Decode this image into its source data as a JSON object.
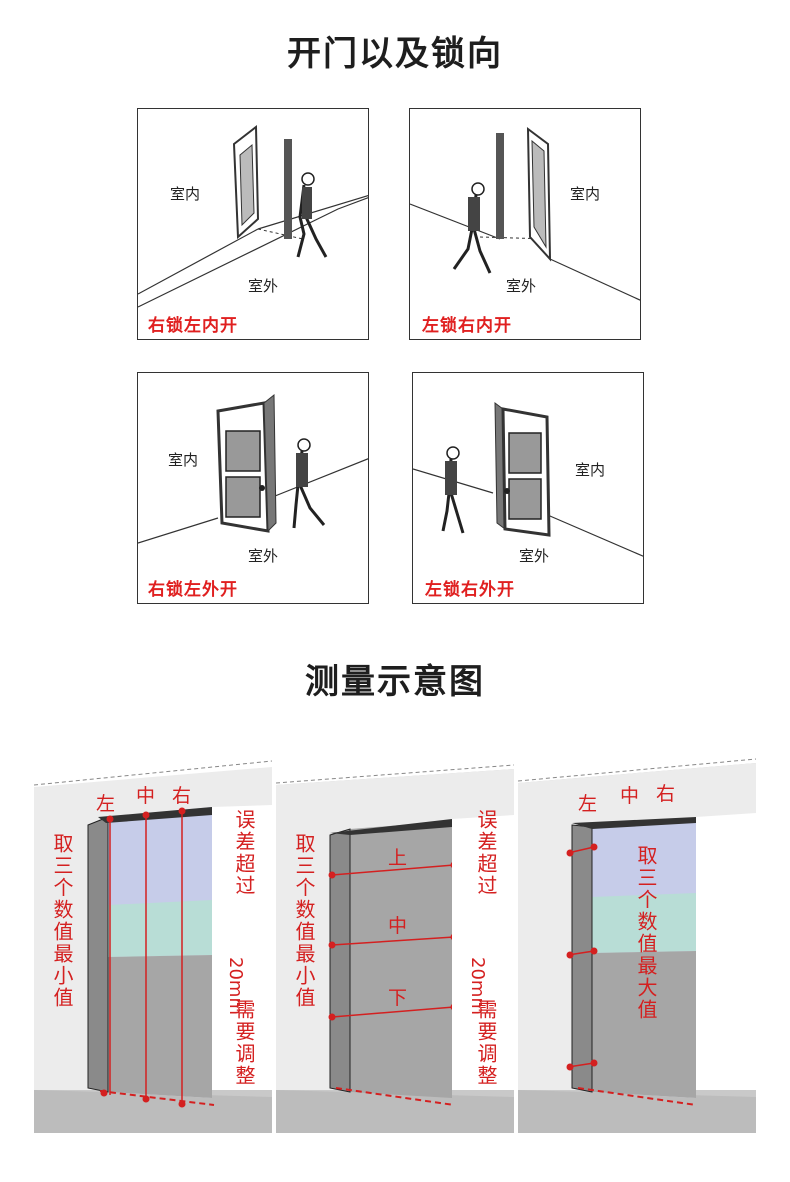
{
  "titles": {
    "open_direction": "开门以及锁向",
    "measure": "测量示意图"
  },
  "door_panels": [
    {
      "indoor": "室内",
      "outdoor": "室外",
      "caption": "右锁左内开"
    },
    {
      "indoor": "室内",
      "outdoor": "室外",
      "caption": "左锁右内开"
    },
    {
      "indoor": "室内",
      "outdoor": "室外",
      "caption": "右锁左外开"
    },
    {
      "indoor": "室内",
      "outdoor": "室外",
      "caption": "左锁右外开"
    }
  ],
  "measure_panels": [
    {
      "left_text": "取三个数值最小值",
      "positions": [
        "左",
        "中",
        "右"
      ],
      "note_a": "误差超过",
      "note_b": "20mm",
      "note_c": "需要调整"
    },
    {
      "left_text": "取三个数值最小值",
      "positions": [
        "上",
        "中",
        "下"
      ],
      "note_a": "误差超过",
      "note_b": "20mm",
      "note_c": "需要调整"
    },
    {
      "center_text": "取三个数值最大值",
      "positions": [
        "左",
        "中",
        "右"
      ]
    }
  ],
  "colors": {
    "accent": "#e02020",
    "ink": "#222222"
  }
}
